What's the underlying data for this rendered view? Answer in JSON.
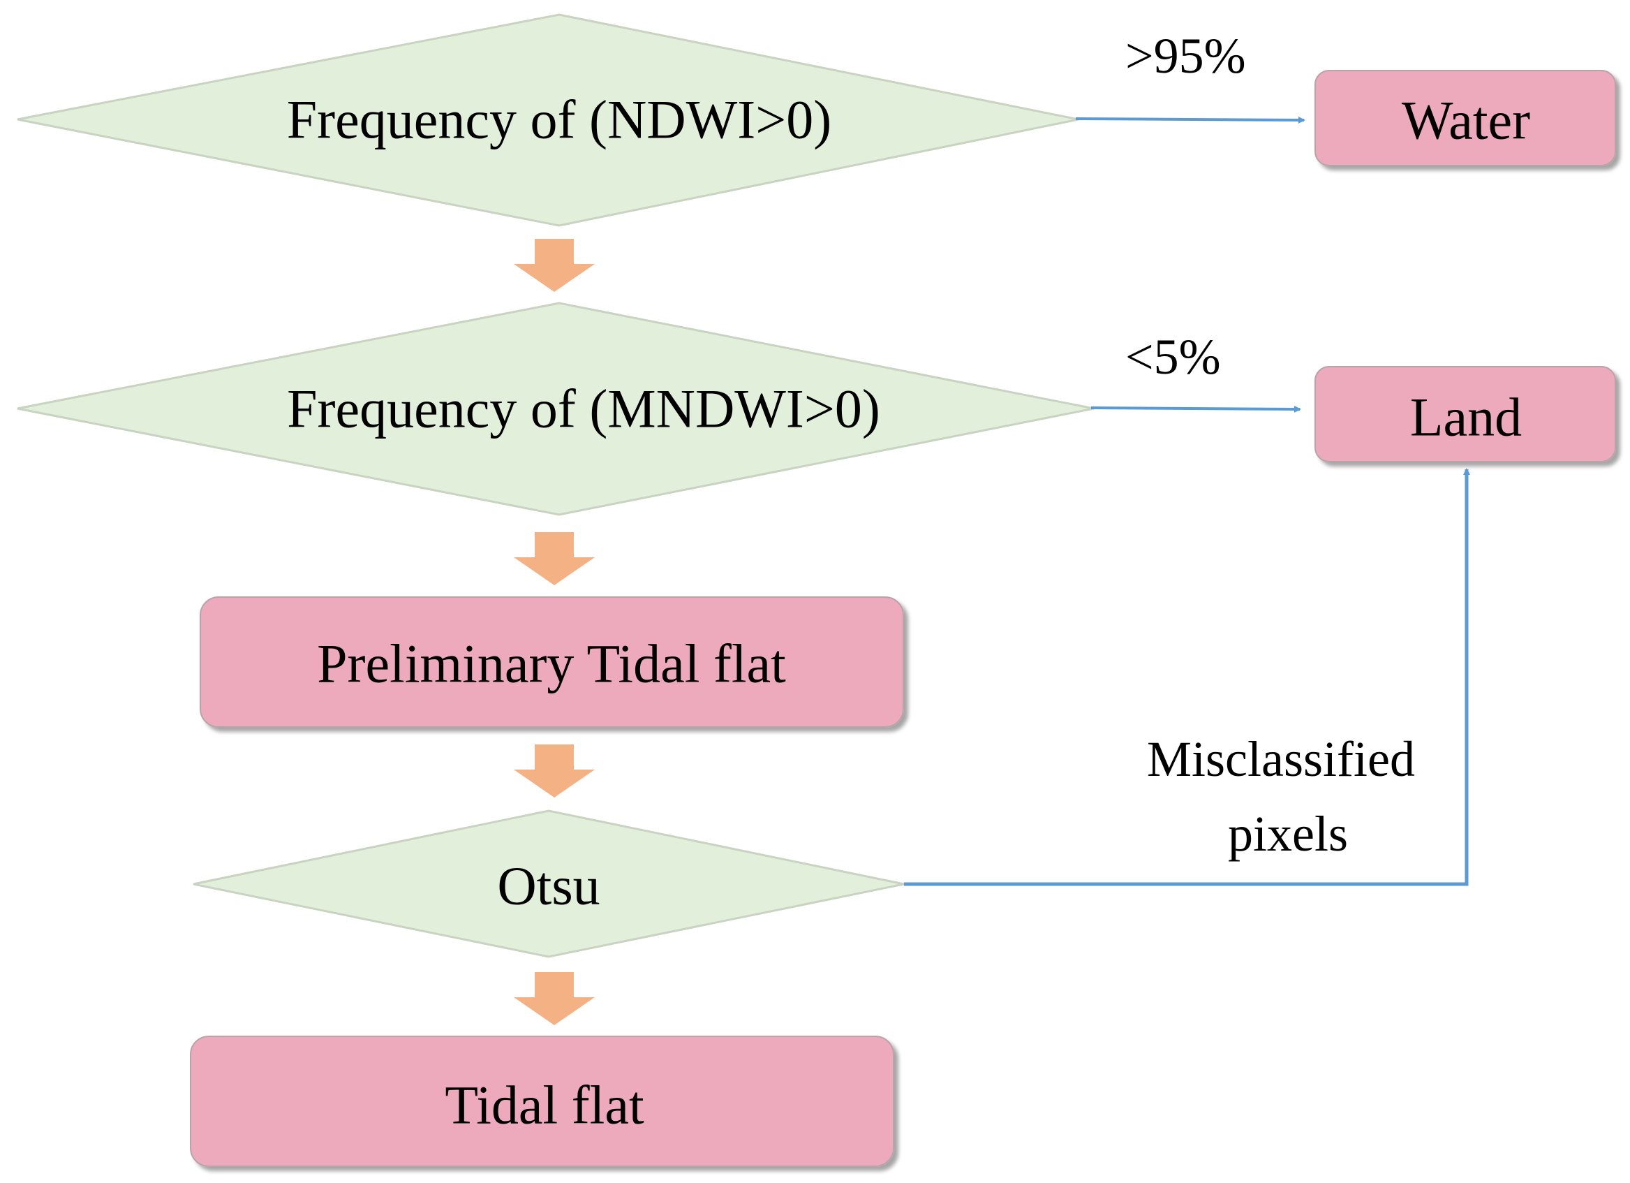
{
  "diagram": {
    "nodes": {
      "ndwi_decision": {
        "label": "Frequency of (NDWI>0)",
        "shape": "diamond"
      },
      "mndwi_decision": {
        "label": "Frequency of (MNDWI>0)",
        "shape": "diamond"
      },
      "preliminary_tidal_flat": {
        "label": "Preliminary Tidal flat",
        "shape": "rounded-rectangle"
      },
      "otsu_decision": {
        "label": "Otsu",
        "shape": "diamond"
      },
      "tidal_flat": {
        "label": "Tidal flat",
        "shape": "rounded-rectangle"
      },
      "water": {
        "label": "Water",
        "shape": "rounded-rectangle"
      },
      "land": {
        "label": "Land",
        "shape": "rounded-rectangle"
      }
    },
    "edge_labels": {
      "to_water": ">95%",
      "to_land": "<5%",
      "misclassified_line1": "Misclassified",
      "misclassified_line2": "pixels"
    },
    "colors": {
      "decision_fill": "#e2efda",
      "decision_stroke": "#c9d3c2",
      "box_fill": "#ecaabc",
      "box_stroke": "#b9a3aa",
      "flow_arrow": "#f4b183",
      "connector": "#5b9bd5",
      "text": "#000000"
    }
  }
}
